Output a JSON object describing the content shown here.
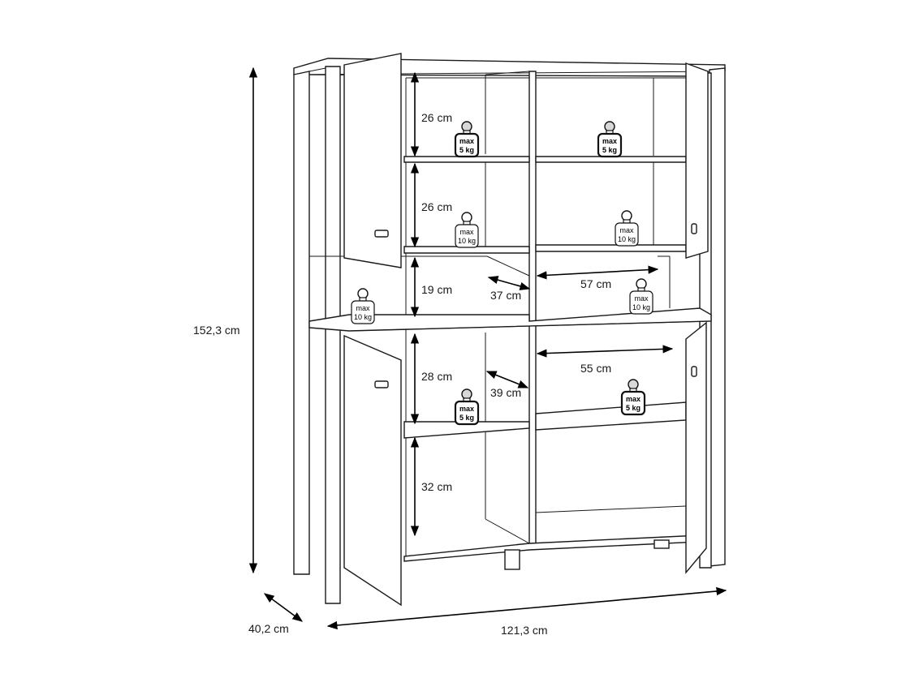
{
  "dimensions": {
    "height": "152,3 cm",
    "depth": "40,2 cm",
    "width": "121,3 cm"
  },
  "compartments": {
    "upper_top": "26 cm",
    "upper_middle": "26 cm",
    "open_niche": "19 cm",
    "lower_top": "28 cm",
    "lower_bottom": "32 cm"
  },
  "depths": {
    "upper": "37 cm",
    "lower": "39 cm"
  },
  "widths": {
    "upper": "57 cm",
    "lower": "55 cm"
  },
  "weights": {
    "w1": {
      "line1": "max",
      "line2": "5 kg",
      "style": "dark"
    },
    "w2": {
      "line1": "max",
      "line2": "5 kg",
      "style": "dark"
    },
    "w3": {
      "line1": "max",
      "line2": "10 kg",
      "style": "light"
    },
    "w4": {
      "line1": "max",
      "line2": "10 kg",
      "style": "light"
    },
    "w5": {
      "line1": "max",
      "line2": "10 kg",
      "style": "light"
    },
    "w6": {
      "line1": "max",
      "line2": "10 kg",
      "style": "light"
    },
    "w7": {
      "line1": "max",
      "line2": "5 kg",
      "style": "dark"
    },
    "w8": {
      "line1": "max",
      "line2": "5 kg",
      "style": "dark"
    }
  }
}
